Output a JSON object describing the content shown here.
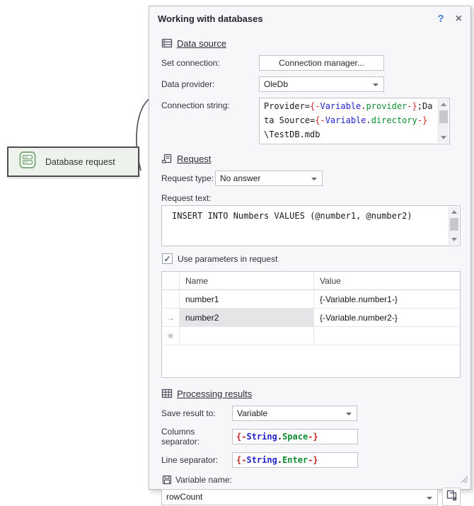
{
  "colors": {
    "code_red": "#cc2222",
    "code_blue": "#2323cc",
    "code_green": "#0f8c32",
    "node_green": "#7fae7c",
    "help_blue": "#3f7fd6"
  },
  "node": {
    "label": "Database request"
  },
  "dialog": {
    "title": "Working with databases",
    "help_icon": "?",
    "close_icon": "×"
  },
  "data_source": {
    "header": "Data source",
    "set_connection_label": "Set connection:",
    "connection_manager_button": "Connection manager...",
    "data_provider_label": "Data provider:",
    "data_provider_value": "OleDb",
    "connection_string_label": "Connection string:",
    "connection_string_segments": [
      {
        "t": "Provider=",
        "c": "k"
      },
      {
        "t": "{-",
        "c": "r"
      },
      {
        "t": "Variable",
        "c": "b"
      },
      {
        "t": ".",
        "c": "k"
      },
      {
        "t": "provider",
        "c": "g"
      },
      {
        "t": "-}",
        "c": "r"
      },
      {
        "t": ";Data Source=",
        "c": "k"
      },
      {
        "t": "{-",
        "c": "r"
      },
      {
        "t": "Variable",
        "c": "b"
      },
      {
        "t": ".",
        "c": "k"
      },
      {
        "t": "directory",
        "c": "g"
      },
      {
        "t": "-}",
        "c": "r"
      },
      {
        "t": "\\TestDB.mdb",
        "c": "k"
      }
    ]
  },
  "request": {
    "header": "Request",
    "type_label": "Request type:",
    "type_value": "No answer",
    "text_label": "Request text:",
    "text_value": "INSERT INTO Numbers VALUES (@number1, @number2)",
    "use_params_label": "Use parameters in request",
    "use_params_checked": true,
    "check_glyph": "✓"
  },
  "parameters_table": {
    "columns": [
      "Name",
      "Value"
    ],
    "rows": [
      {
        "name": "number1",
        "value": "{-Variable.number1-}",
        "selected": false
      },
      {
        "name": "number2",
        "value": "{-Variable.number2-}",
        "selected": true
      }
    ],
    "current_row_glyph": "→",
    "new_row_glyph": "✳"
  },
  "processing": {
    "header": "Processing results",
    "save_label": "Save result to:",
    "save_value": "Variable",
    "columns_sep_label": "Columns separator:",
    "columns_sep_segments": [
      {
        "t": "{-",
        "c": "r"
      },
      {
        "t": "String",
        "c": "b"
      },
      {
        "t": ".",
        "c": "k"
      },
      {
        "t": "Space",
        "c": "g"
      },
      {
        "t": "-}",
        "c": "r"
      }
    ],
    "line_sep_label": "Line separator:",
    "line_sep_segments": [
      {
        "t": "{-",
        "c": "r"
      },
      {
        "t": "String",
        "c": "b"
      },
      {
        "t": ".",
        "c": "k"
      },
      {
        "t": "Enter",
        "c": "g"
      },
      {
        "t": "-}",
        "c": "r"
      }
    ],
    "variable_label": "Variable name:",
    "variable_value": "rowCount"
  }
}
